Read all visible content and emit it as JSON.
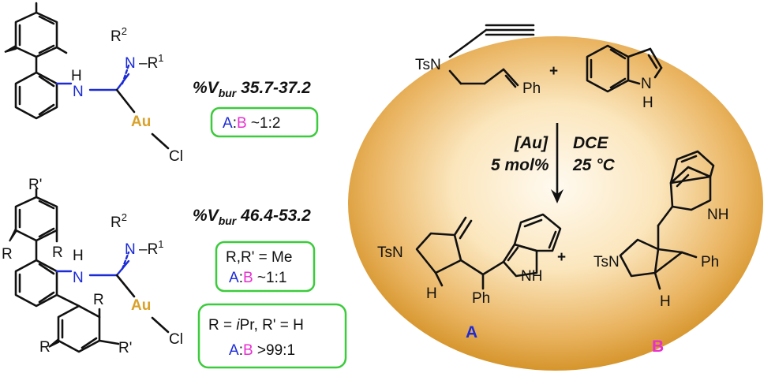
{
  "catalyst1": {
    "r2": "R",
    "r2_sup": "2",
    "n1": "N",
    "r1": "–R",
    "r1_sup": "1",
    "h": "H",
    "n2": "N",
    "metal": "Au",
    "halide": "Cl"
  },
  "catalyst2": {
    "r_prime_top": "R'",
    "r_left": "R",
    "r_right": "R",
    "r_lower": "R",
    "r_lower_left": "R",
    "r_prime_bottom": "R'",
    "r2": "R",
    "r2_sup": "2",
    "n1": "N",
    "r1": "–R",
    "r1_sup": "1",
    "h": "H",
    "n2": "N",
    "metal": "Au",
    "halide": "Cl"
  },
  "vbur1": {
    "prefix": "%V",
    "sub": "bur",
    "value": " 35.7-37.2"
  },
  "ratio1": {
    "a": "A",
    "colon": ":",
    "b": "B",
    "value": " ~1:2"
  },
  "vbur2": {
    "prefix": "%V",
    "sub": "bur",
    "value": " 46.4-53.2"
  },
  "box2": {
    "line1": "R,R' = Me",
    "a": "A",
    "colon": ":",
    "b": "B",
    "value": " ~1:1"
  },
  "box3": {
    "line1_a": "R = ",
    "line1_ipr_i": "i",
    "line1_ipr": "Pr",
    "line1_b": ", R' = H",
    "a": "A",
    "colon": ":",
    "b": "B",
    "value": " >99:1"
  },
  "reaction": {
    "substrate_ts": "TsN",
    "substrate_ph": "Ph",
    "plus1": "+",
    "indole_nh": "N",
    "indole_h": "H",
    "catalyst_label": "[Au]",
    "loading": "5 mol%",
    "solvent": "DCE",
    "temperature": "25 °C",
    "product_a_ts": "TsN",
    "product_a_h": "H",
    "product_a_ph": "Ph",
    "product_a_nh": "NH",
    "plus2": "+",
    "product_b_ts": "TsN",
    "product_b_nh": "NH",
    "product_b_ph": "Ph",
    "product_b_h": "H",
    "label_a": "A",
    "label_b": "B"
  },
  "colors": {
    "blue": "#1c2bd6",
    "magenta": "#e82fd0",
    "gold": "#d9a12a",
    "box_green": "#3ccb3c",
    "ellipse_gold": "#e4a93c"
  }
}
